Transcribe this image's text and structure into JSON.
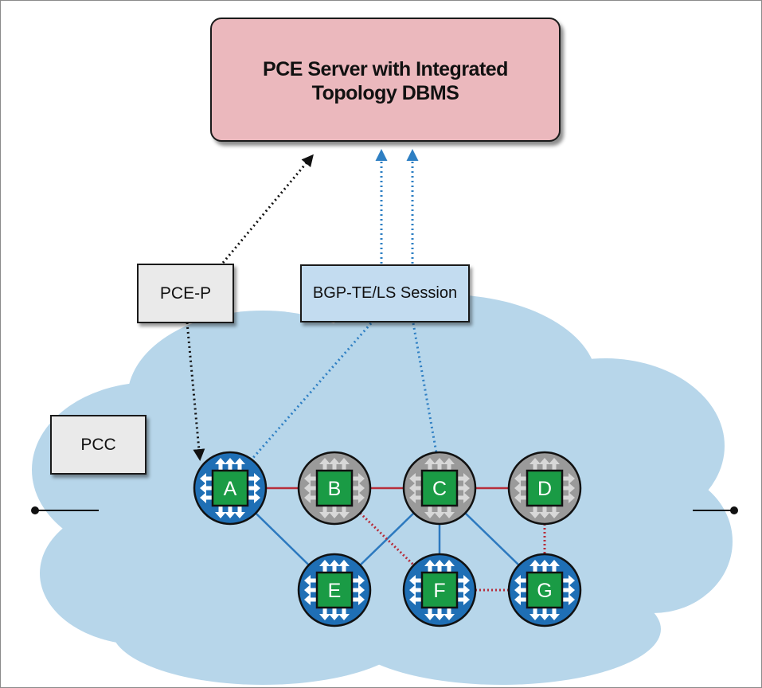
{
  "boxes": {
    "server": "PCE Server with Integrated\nTopology DBMS",
    "pcep": "PCE-P",
    "bgp": "BGP-TE/LS Session",
    "pcc": "PCC"
  },
  "routers": [
    {
      "id": "A",
      "label": "A",
      "type": "blue"
    },
    {
      "id": "B",
      "label": "B",
      "type": "gray"
    },
    {
      "id": "C",
      "label": "C",
      "type": "gray"
    },
    {
      "id": "D",
      "label": "D",
      "type": "gray"
    },
    {
      "id": "E",
      "label": "E",
      "type": "blue"
    },
    {
      "id": "F",
      "label": "F",
      "type": "blue"
    },
    {
      "id": "G",
      "label": "G",
      "type": "blue"
    }
  ],
  "links": [
    {
      "from": "A",
      "to": "B",
      "style": "red-solid"
    },
    {
      "from": "B",
      "to": "C",
      "style": "red-solid"
    },
    {
      "from": "C",
      "to": "D",
      "style": "red-solid"
    },
    {
      "from": "A",
      "to": "E",
      "style": "blue-solid"
    },
    {
      "from": "E",
      "to": "C",
      "style": "blue-solid"
    },
    {
      "from": "C",
      "to": "F",
      "style": "blue-solid"
    },
    {
      "from": "C",
      "to": "G",
      "style": "blue-solid"
    },
    {
      "from": "B",
      "to": "F",
      "style": "red-dotted"
    },
    {
      "from": "F",
      "to": "G",
      "style": "red-dotted"
    },
    {
      "from": "D",
      "to": "G",
      "style": "red-dotted"
    }
  ],
  "colors": {
    "server_fill": "#ebb8bd",
    "bgp_fill": "#c3dcf0",
    "box_fill": "#eaeaea",
    "cloud": "#b7d6ea",
    "router_blue": "#1f6fb5",
    "router_gray": "#9a9a9a",
    "chip_green": "#1a9b45",
    "link_red": "#b72d3a",
    "link_blue": "#2c79bf",
    "dotted_blue": "#2e7fc3",
    "dotted_black": "#111111"
  }
}
